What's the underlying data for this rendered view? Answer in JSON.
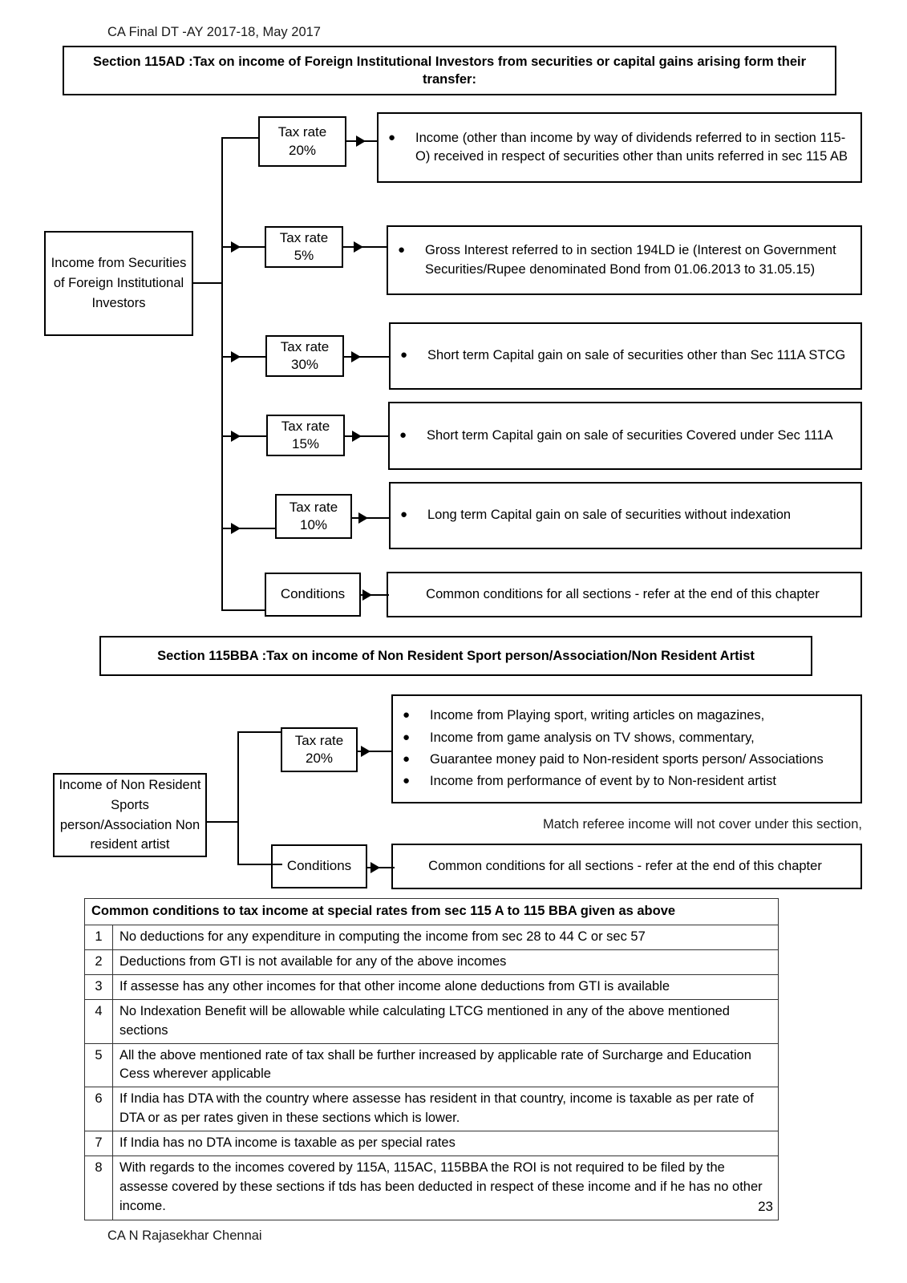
{
  "header_note": "CA Final DT -AY 2017-18, May 2017",
  "footer_note": "CA N Rajasekhar Chennai",
  "page_number": "23",
  "section_115ad": {
    "banner": "Section 115AD :Tax on income of Foreign Institutional Investors from securities or capital gains arising form their transfer:",
    "source_box": "Income from Securities of Foreign Institutional Investors",
    "rows": [
      {
        "node_line1": "Tax rate",
        "node_line2": "20%",
        "content": "Income (other than income by way of dividends referred to in section 115-O) received in respect of securities other than units referred in sec 115 AB"
      },
      {
        "node_line1": "Tax rate",
        "node_line2": "5%",
        "content": "Gross Interest referred to in section 194LD ie (Interest  on Government Securities/Rupee denominated Bond from 01.06.2013 to 31.05.15)"
      },
      {
        "node_line1": "Tax rate",
        "node_line2": "30%",
        "content": "Short term Capital gain on sale of securities other than Sec 111A STCG"
      },
      {
        "node_line1": "Tax rate",
        "node_line2": "15%",
        "content": "Short term Capital gain on sale of securities Covered under  Sec 111A"
      },
      {
        "node_line1": "Tax rate",
        "node_line2": "10%",
        "content": "Long  term Capital gain on sale of securities without indexation"
      }
    ],
    "conditions_node": "Conditions",
    "conditions_content": "Common conditions for all sections - refer at the end of this chapter"
  },
  "section_115bba": {
    "banner": "Section 115BBA  :Tax on income of Non Resident Sport person/Association/Non Resident Artist",
    "source_box": "Income of Non Resident Sports person/Association Non resident artist",
    "tax_node_line1": "Tax rate",
    "tax_node_line2": "20%",
    "bullets": [
      "Income from Playing sport,  writing articles on magazines,",
      "Income from game analysis on TV shows, commentary,",
      "Guarantee money  paid to Non-resident sports person/ Associations",
      "Income from performance of  event by to Non-resident artist"
    ],
    "note": "Match referee income will not cover under this section,",
    "conditions_node": "Conditions",
    "conditions_content": "Common conditions for all sections - refer at the end of this chapter"
  },
  "common_conditions_table": {
    "header": "Common conditions to tax income at special rates from sec 115 A to 115 BBA  given as above",
    "rows": [
      {
        "num": "1",
        "text": "No deductions for any expenditure in computing the income from sec 28 to 44 C or sec 57"
      },
      {
        "num": "2",
        "text": "Deductions from GTI is not available for any of the above  incomes"
      },
      {
        "num": "3",
        "text": "If assesse has any other incomes for that other income alone deductions from GTI is available"
      },
      {
        "num": "4",
        "text": "No Indexation Benefit will be allowable while calculating LTCG mentioned in any of the above mentioned sections"
      },
      {
        "num": "5",
        "text": "All the above mentioned rate of tax shall be further increased by applicable rate of Surcharge and Education Cess wherever applicable"
      },
      {
        "num": "6",
        "text": "If India has DTA with the country where  assesse has  resident in that country, income is taxable as per rate of DTA or as per rates  given in these sections which is lower."
      },
      {
        "num": "7",
        "text": "If India has no DTA income is taxable  as per special rates"
      },
      {
        "num": "8",
        "text": "With regards to the incomes covered by 115A, 115AC, 115BBA the ROI is not required to be filed by the assesse covered by these sections  if tds has been deducted in respect of these income and if he has no other income."
      }
    ]
  },
  "icons": {
    "bullet": "●"
  }
}
